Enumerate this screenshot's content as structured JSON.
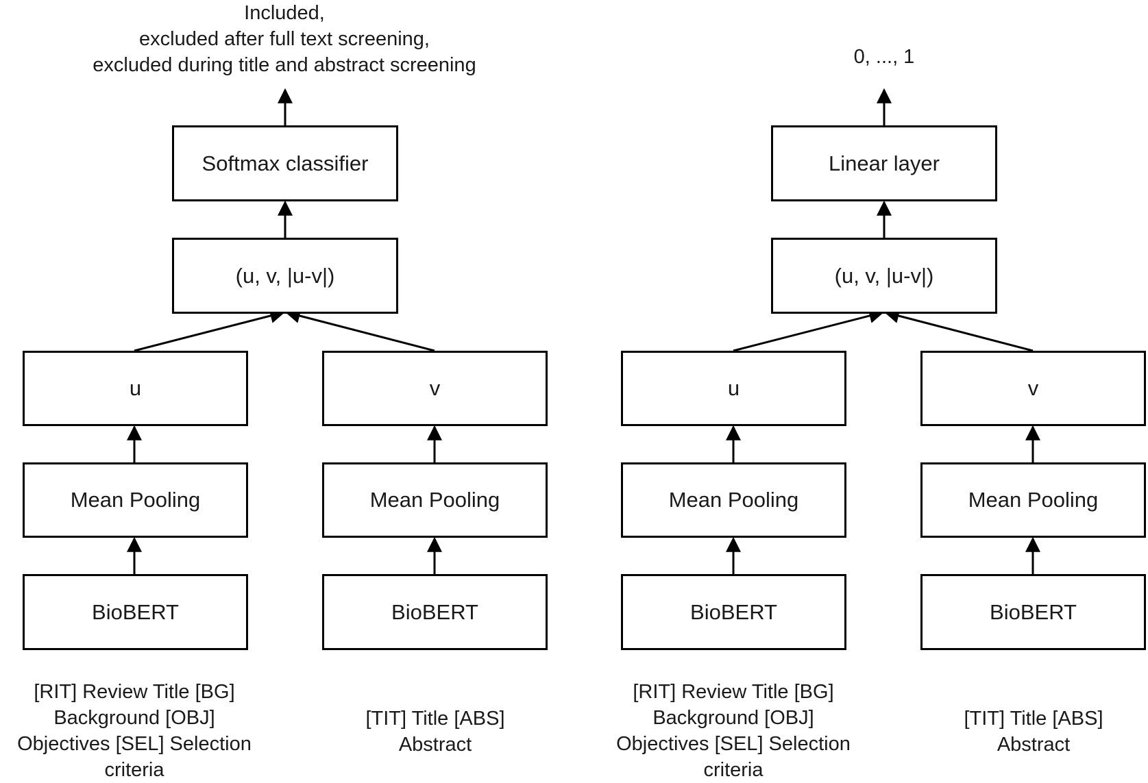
{
  "left": {
    "output_lines": [
      "Included,",
      "excluded after full text screening,",
      "excluded during title and abstract screening"
    ],
    "head": "Softmax classifier",
    "concat": "(u, v, |u-v|)",
    "u": "u",
    "v": "v",
    "pool_a": "Mean Pooling",
    "pool_b": "Mean Pooling",
    "enc_a": "BioBERT",
    "enc_b": "BioBERT",
    "input_a": [
      "[RIT] Review Title [BG]",
      "Background [OBJ]",
      "Objectives [SEL] Selection",
      "criteria"
    ],
    "input_b": [
      "[TIT] Title [ABS]",
      "Abstract"
    ]
  },
  "right": {
    "output_lines": [
      "0, ..., 1"
    ],
    "head": "Linear layer",
    "concat": "(u, v, |u-v|)",
    "u": "u",
    "v": "v",
    "pool_a": "Mean Pooling",
    "pool_b": "Mean Pooling",
    "enc_a": "BioBERT",
    "enc_b": "BioBERT",
    "input_a": [
      "[RIT] Review Title [BG]",
      "Background [OBJ]",
      "Objectives [SEL] Selection",
      "criteria"
    ],
    "input_b": [
      "[TIT] Title [ABS]",
      "Abstract"
    ]
  }
}
